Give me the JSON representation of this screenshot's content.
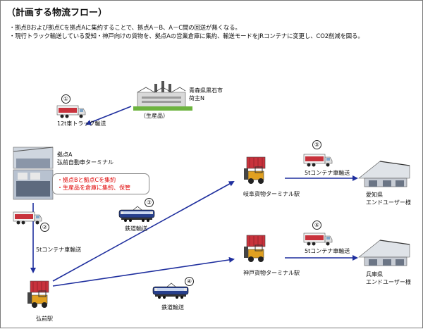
{
  "header": {
    "title": "（計画する物流フロー）",
    "bullets": [
      "・拠点Bおよび拠点Cを拠点Aに集約することで、拠点A－B、A－C間の回送が無くなる。",
      "・現行トラック輸送している愛知・神戸向けの貨物を、拠点Aの営業倉庫に集約、輸送モードをJRコンテナに変更し、CO2削減を図る。"
    ]
  },
  "shipper": {
    "line1": "青森県黒石市",
    "line2": "荷主N",
    "caption": "（生産品）"
  },
  "hub_a": {
    "line1": "拠点A",
    "line2": "弘前自動車ターミナル"
  },
  "callout": {
    "line1": "・拠点Bと拠点Cを集約",
    "line2": "・生産品を倉庫に集約、保管",
    "color": "#e00000"
  },
  "steps": [
    {
      "num": "①",
      "label": "12t車トラック輸送"
    },
    {
      "num": "②",
      "label": "5tコンテナ車輸送"
    },
    {
      "num": "③",
      "label": "鉄道輸送"
    },
    {
      "num": "④",
      "label": "鉄道輸送"
    },
    {
      "num": "⑤",
      "label": "5tコンテナ車輸送"
    },
    {
      "num": "⑥",
      "label": "5tコンテナ車輸送"
    }
  ],
  "stations": {
    "hirosaki": "弘前駅",
    "gifu": "岐阜貨物ターミナル駅",
    "kobe": "神戸貨物ターミナル駅"
  },
  "destinations": [
    {
      "line1": "愛知県",
      "line2": "エンドユーザー様"
    },
    {
      "line1": "兵庫県",
      "line2": "エンドユーザー様"
    }
  ],
  "colors": {
    "arrow": "#1f2f9e",
    "container": "#c8323c",
    "callout_text": "#e00000"
  }
}
